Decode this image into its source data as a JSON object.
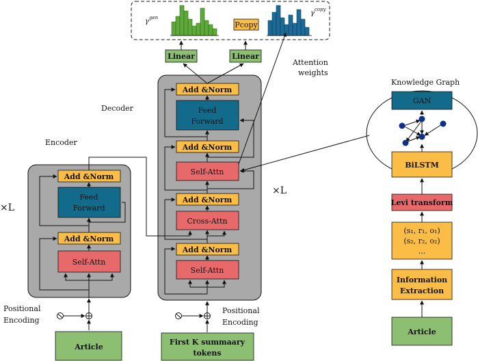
{
  "labels": {
    "decoder": "Decoder",
    "encoder": "Encoder",
    "knowledge_graph": "Knowledge Graph",
    "attention_weights_1": "Attention",
    "attention_weights_2": "weights",
    "xl_left": "×L",
    "xl_right": "×L",
    "pos_enc_left_1": "Positional",
    "pos_enc_left_2": "Encoding",
    "pos_enc_right_1": "Positional",
    "pos_enc_right_2": "Encoding"
  },
  "output": {
    "y_gen": "γ",
    "y_gen_sup": "gen",
    "y_copy": "γ",
    "y_copy_sup": "copy",
    "pcopy": "Pcopy",
    "linear_left": "Linear",
    "linear_right": "Linear"
  },
  "decoder": {
    "add_norm_top": "Add &Norm",
    "ff_1": "Feed",
    "ff_2": "Forward",
    "add_norm_2": "Add &Norm",
    "self_attn_top": "Self-Attn",
    "add_norm_3": "Add &Norm",
    "cross_attn": "Cross-Attn",
    "add_norm_4": "Add &Norm",
    "self_attn_bottom": "Self-Attn"
  },
  "encoder": {
    "add_norm_top": "Add &Norm",
    "ff_1": "Feed",
    "ff_2": "Forward",
    "add_norm_bottom": "Add &Norm",
    "self_attn": "Self-Attn"
  },
  "inputs": {
    "article_left": "Article",
    "first_k_1": "First K summaary",
    "first_k_2": "tokens",
    "article_right": "Article"
  },
  "kg": {
    "gan": "GAN",
    "bilstm": "BiLSTM",
    "levi": "Levi transform",
    "triple_1": "(s₁, r₁, o₁)",
    "triple_2": "(s₂, r₂, o₂)",
    "triple_3": "...",
    "info_1": "Information",
    "info_2": "Extraction"
  },
  "colors": {
    "green": "#8dbf72",
    "orange": "#fbbd45",
    "blue": "#136b8b",
    "red": "#e8696a",
    "gray": "#a9a9a9",
    "bar_green": "#5fa83a",
    "bar_blue": "#1d6a96"
  }
}
